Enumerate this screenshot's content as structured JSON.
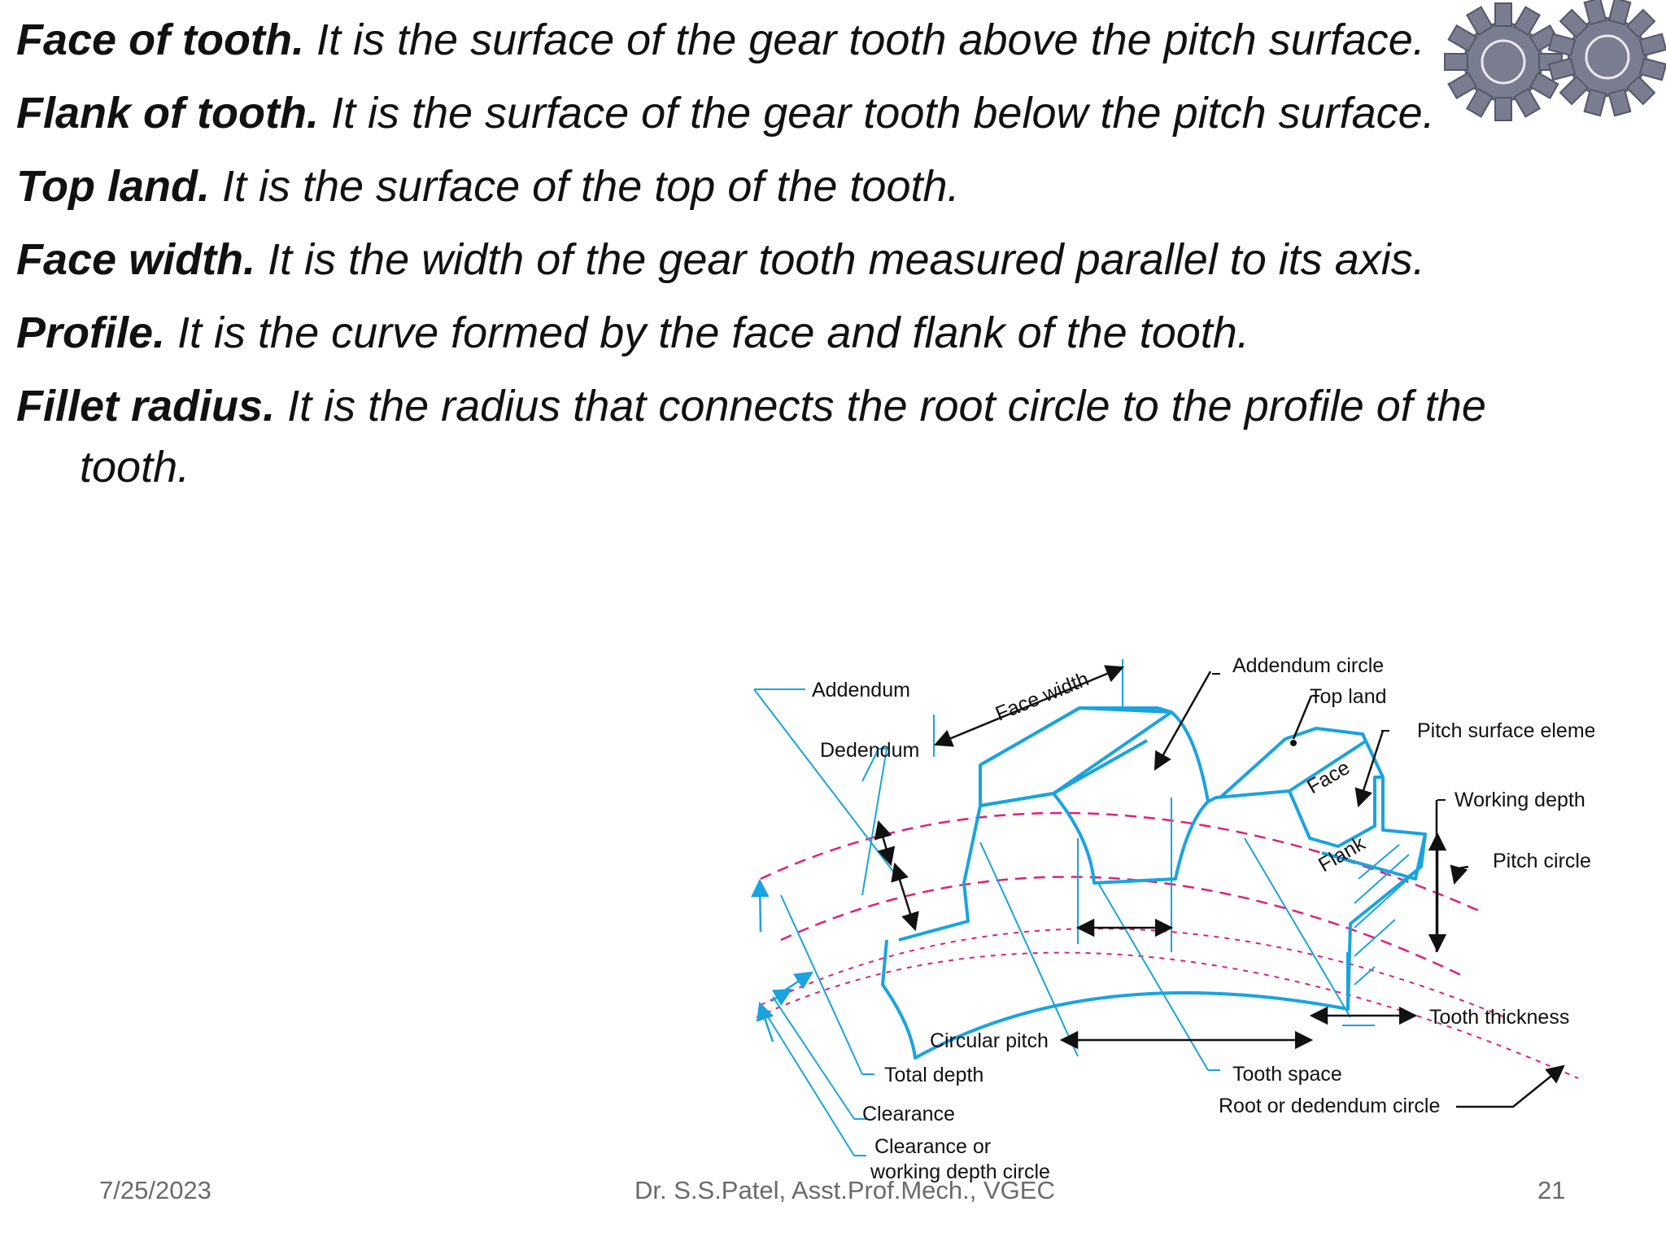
{
  "definitions": [
    {
      "term": "Face of tooth.",
      "text": " It is the surface of the gear tooth above the pitch surface."
    },
    {
      "term": "Flank of tooth.",
      "text": " It is the surface of the gear tooth below the pitch surface."
    },
    {
      "term": "Top land.",
      "text": " It is the surface of the top of the tooth."
    },
    {
      "term": "Face width.",
      "text": " It is the width of the gear tooth measured parallel to its axis."
    },
    {
      "term": "Profile.",
      "text": " It is the curve formed by the face and flank of the tooth."
    },
    {
      "term": "Fillet radius.",
      "text": " It is the radius that connects the root circle to the profile of the",
      "cont": "tooth."
    }
  ],
  "diagram": {
    "labels": {
      "addendum": "Addendum",
      "dedendum": "Dedendum",
      "face_width": "Face width",
      "addendum_circle": "Addendum circle",
      "top_land": "Top land",
      "pitch_surface_element": "Pitch surface element",
      "face": "Face",
      "flank": "Flank",
      "working_depth": "Working depth",
      "pitch_circle": "Pitch circle",
      "tooth_thickness": "Tooth thickness",
      "circular_pitch": "Circular pitch",
      "total_depth": "Total depth",
      "tooth_space": "Tooth space",
      "root_circle": "Root or dedendum circle",
      "clearance": "Clearance",
      "clearance_circle_line1": "Clearance or",
      "clearance_circle_line2": "working depth circle"
    },
    "colors": {
      "outline": "#1aa3e0",
      "circle": "#e0207a",
      "arrow": "#111111"
    }
  },
  "footer": {
    "date": "7/25/2023",
    "author": "Dr. S.S.Patel, Asst.Prof.Mech., VGEC",
    "page": "21"
  },
  "decoration": {
    "icon": "gears-icon",
    "color": "#7a7d8f"
  }
}
